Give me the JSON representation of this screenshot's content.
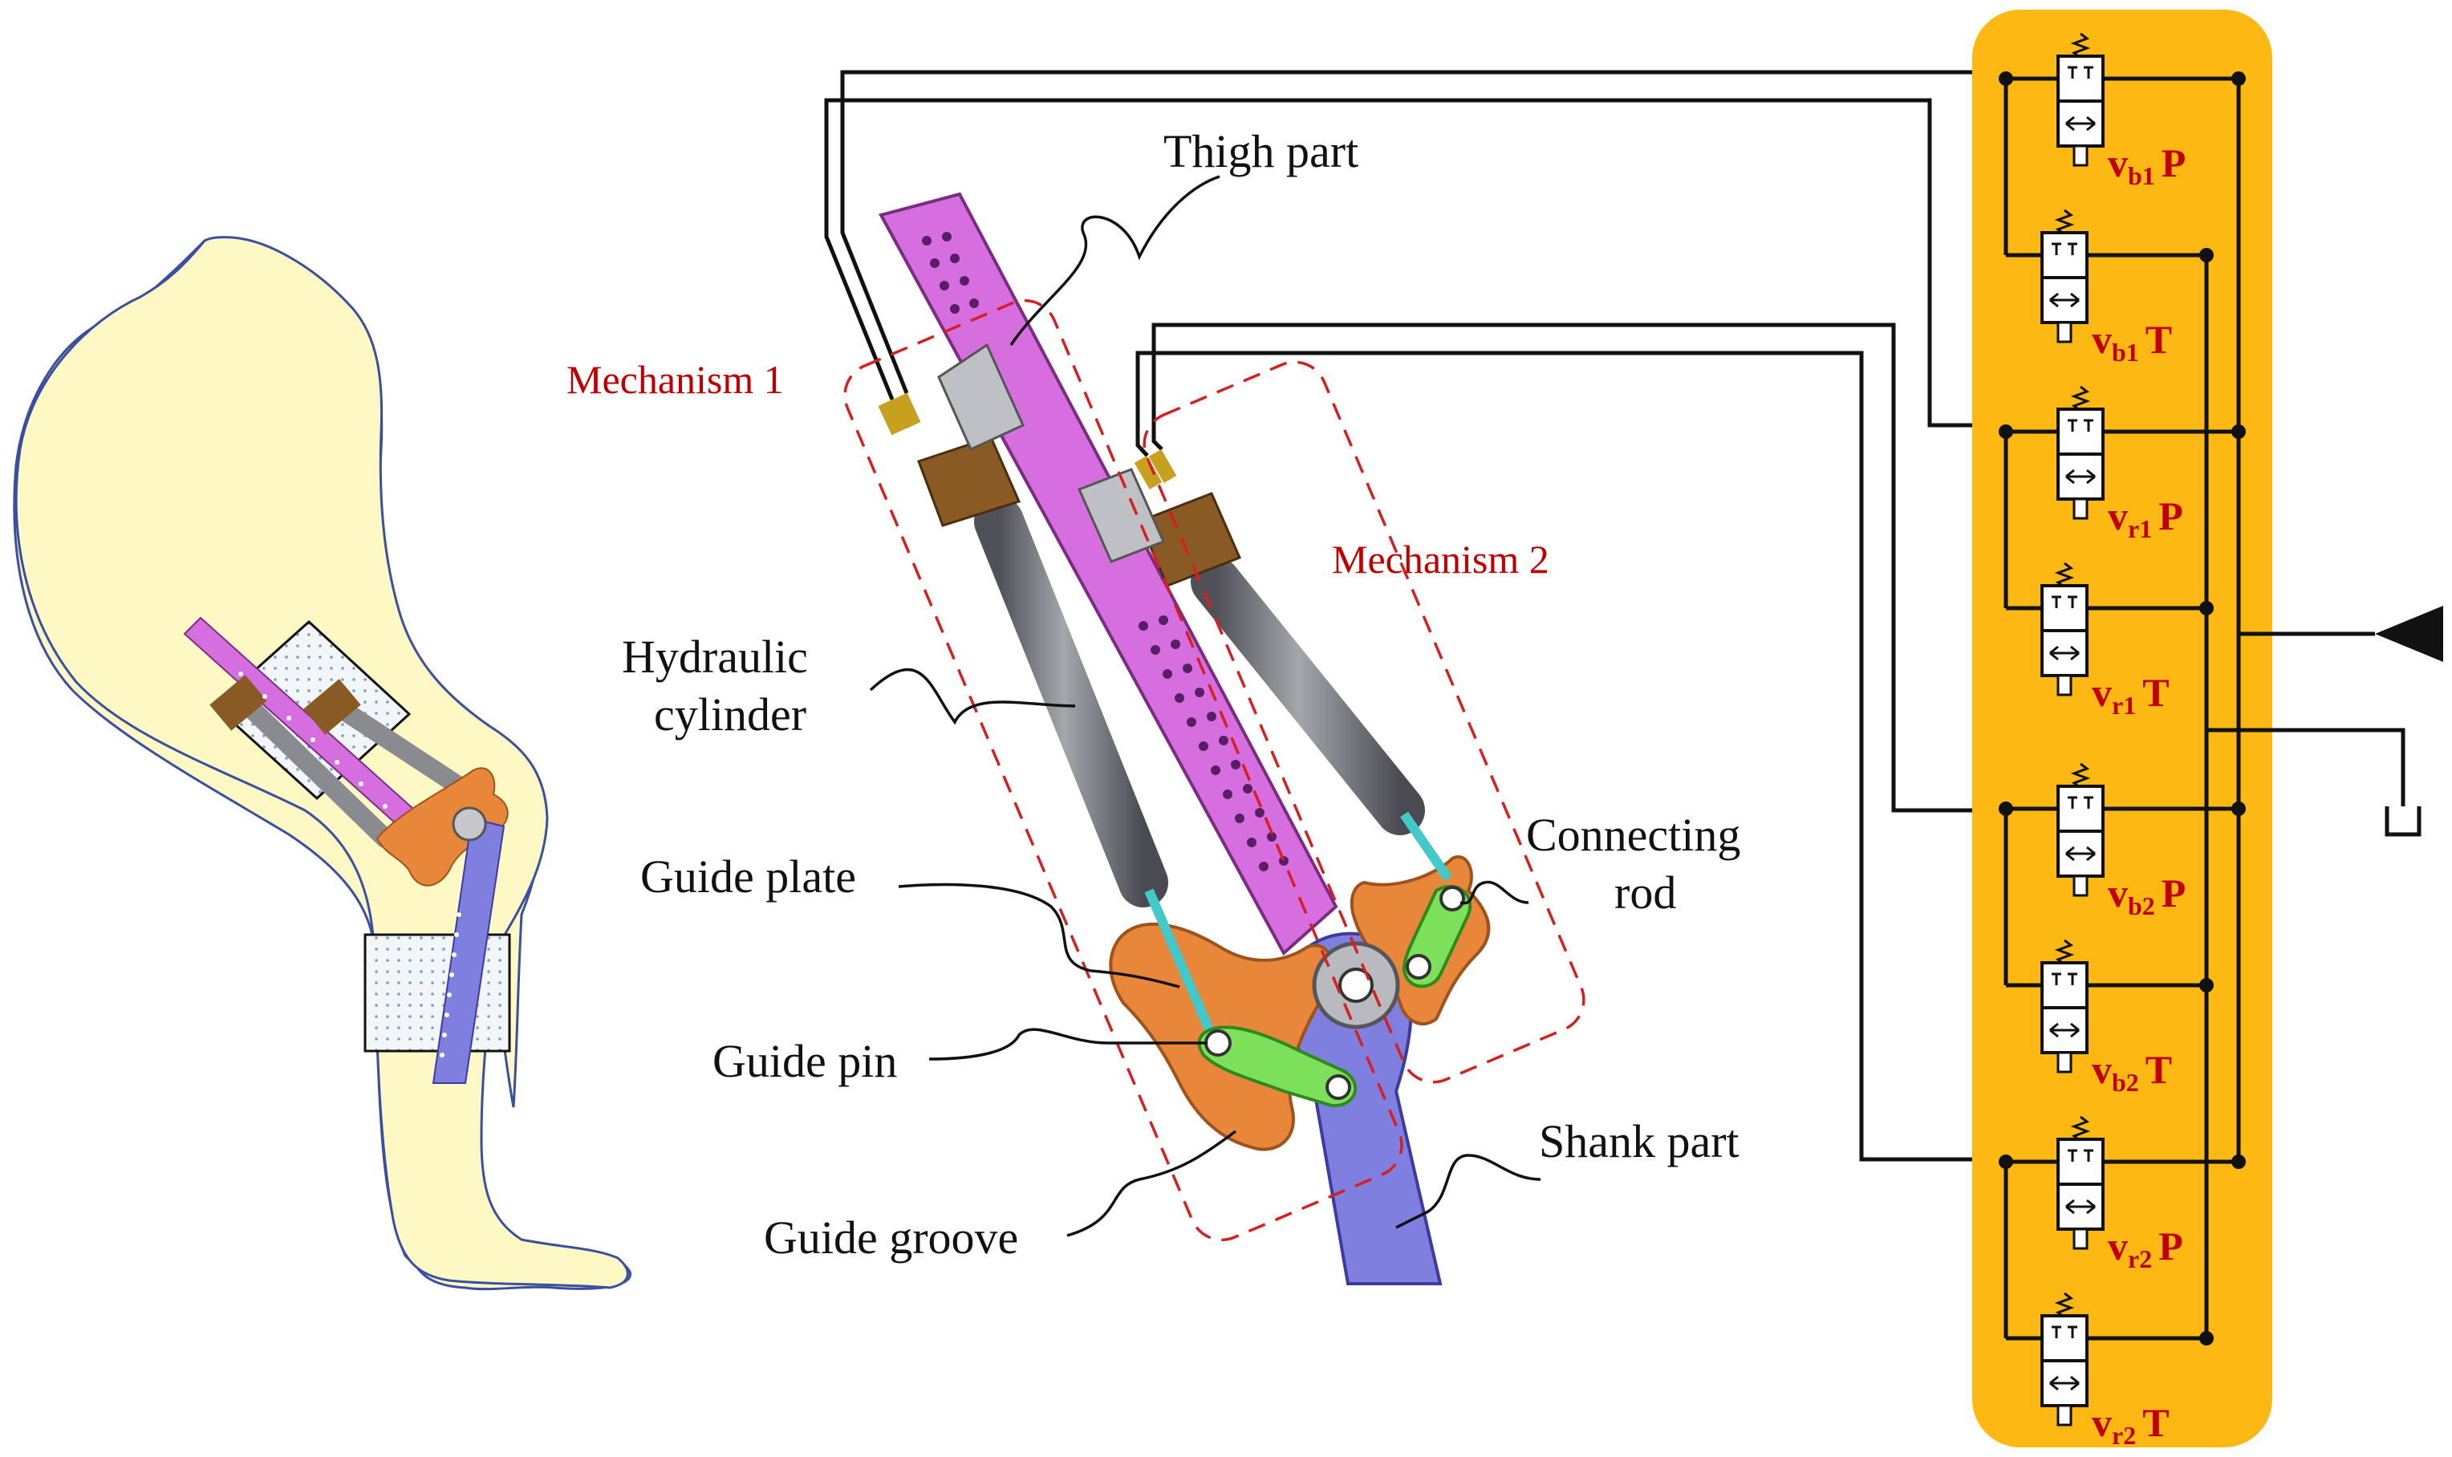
{
  "labels": {
    "thigh_part": "Thigh part",
    "mechanism_1": "Mechanism 1",
    "mechanism_2": "Mechanism 2",
    "hydraulic_cylinder_line1": "Hydraulic",
    "hydraulic_cylinder_line2": "cylinder",
    "connecting_rod_line1": "Connecting",
    "connecting_rod_line2": "rod",
    "guide_plate": "Guide plate",
    "guide_pin": "Guide pin",
    "shank_part": "Shank part",
    "guide_groove": "Guide groove"
  },
  "valves": [
    {
      "base": "v",
      "sub": "b1",
      "port": "P"
    },
    {
      "base": "v",
      "sub": "b1",
      "port": "T"
    },
    {
      "base": "v",
      "sub": "r1",
      "port": "P"
    },
    {
      "base": "v",
      "sub": "r1",
      "port": "T"
    },
    {
      "base": "v",
      "sub": "b2",
      "port": "P"
    },
    {
      "base": "v",
      "sub": "b2",
      "port": "T"
    },
    {
      "base": "v",
      "sub": "r2",
      "port": "P"
    },
    {
      "base": "v",
      "sub": "r2",
      "port": "T"
    }
  ],
  "colors": {
    "valve_panel": "#fdb813",
    "thigh_part": "#d76ee0",
    "shank_part": "#7f7fe0",
    "guide_plate": "#e8873a",
    "connecting_rod": "#7de05a",
    "cylinder": "#77787e",
    "leg": "#fdf8c4",
    "mechanism_outline": "#d42020",
    "valve_label": "#c00000"
  }
}
